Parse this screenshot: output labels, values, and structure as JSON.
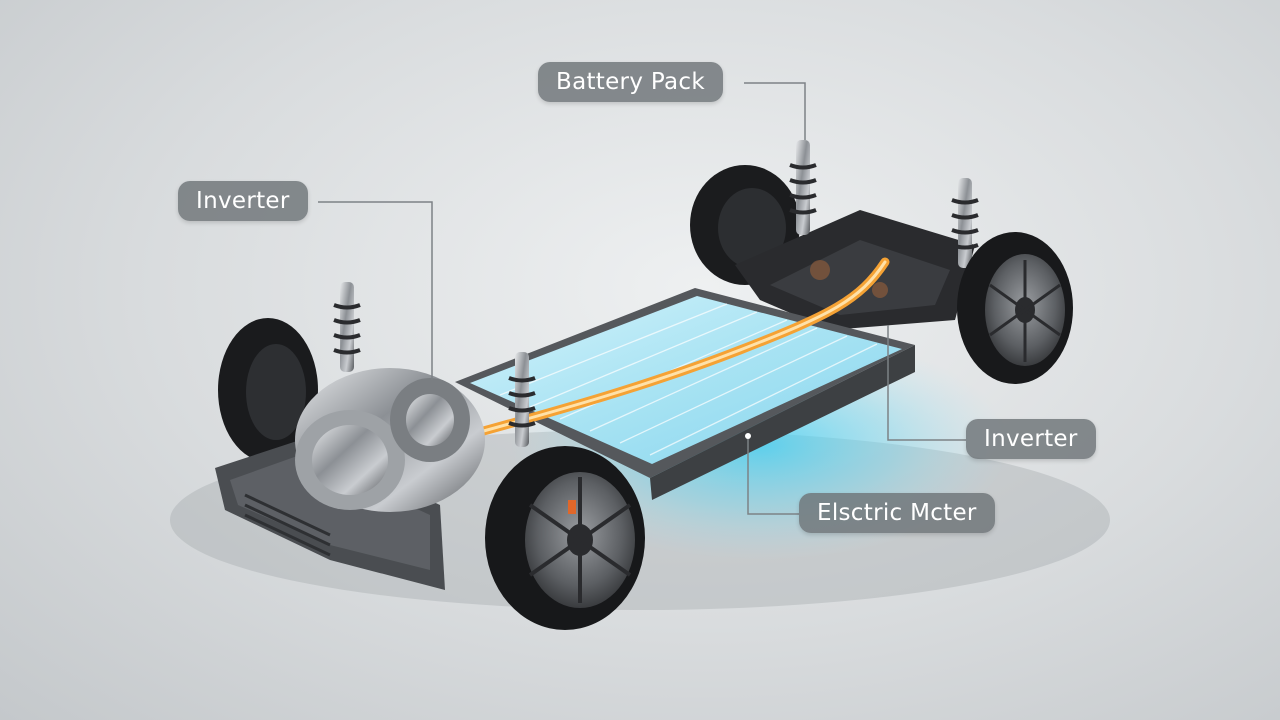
{
  "callouts": {
    "battery_pack": "Battery Pack",
    "inverter_left": "Inverter",
    "inverter_right": "Inverter",
    "electric_motor": "Elsctric Mcter"
  },
  "colors": {
    "background": "#d9dcde",
    "callout_bg": "#6e7478",
    "callout_text": "#ffffff",
    "battery_cells": "#a9e3f2",
    "battery_glow": "#35c9f2",
    "hv_cable": "#f5a234",
    "tire": "#1a1b1d",
    "rim": "#707378"
  }
}
